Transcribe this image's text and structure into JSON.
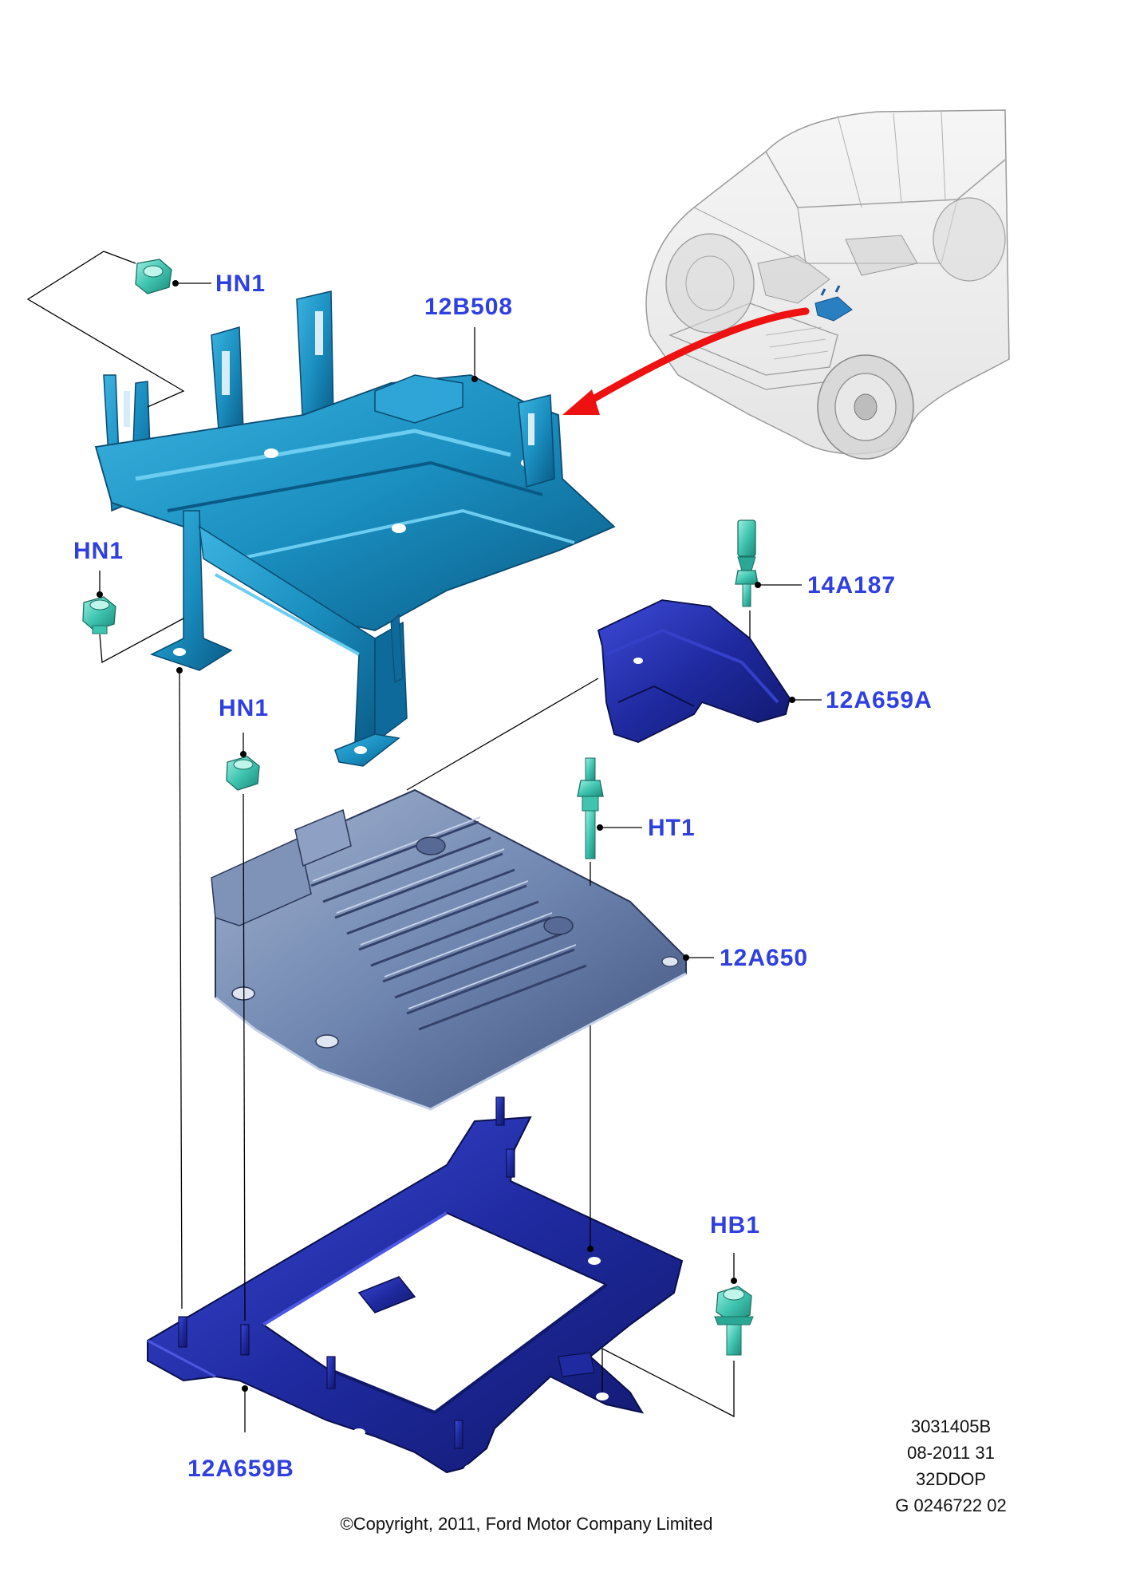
{
  "labels": {
    "hn1_top": "HN1",
    "b12b508": "12B508",
    "hn1_left": "HN1",
    "a14a187": "14A187",
    "a12a659a": "12A659A",
    "hn1_mid": "HN1",
    "ht1": "HT1",
    "a12a650": "12A650",
    "hb1": "HB1",
    "a12a659b": "12A659B"
  },
  "reference": {
    "line1": "3031405B",
    "line2": "08-2011 31",
    "line3": "32DDOP",
    "line4": "G 0246722 02"
  },
  "copyright": "©Copyright, 2011, Ford Motor Company Limited",
  "colors": {
    "label_blue": "#2f3fe0",
    "bracket_blue": "#1a8fc0",
    "ecu_gray_blue": "#6f86b0",
    "bracket_dark_blue": "#1f2aa0",
    "fastener_teal": "#3fc4b0",
    "arrow_red": "#ee1111"
  }
}
